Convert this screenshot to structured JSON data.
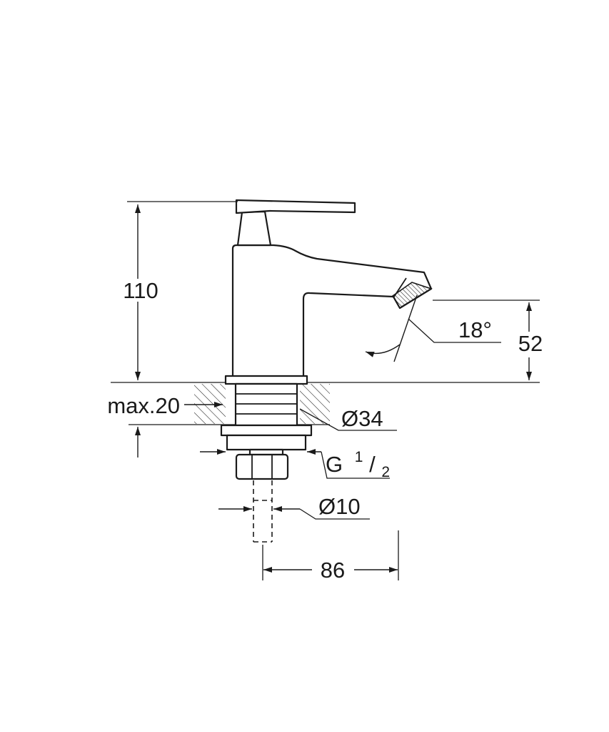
{
  "drawing": {
    "background": "#ffffff",
    "line_color": "#1a1a1a",
    "labels": {
      "height": "110",
      "deck_max": "max.20",
      "spout_drop": "52",
      "spout_angle": "18°",
      "base_diameter": "Ø34",
      "thread_prefix": "G",
      "thread_numerator": "1",
      "thread_slash": "/",
      "thread_denominator": "2",
      "hose_diameter": "Ø10",
      "reach": "86"
    }
  }
}
